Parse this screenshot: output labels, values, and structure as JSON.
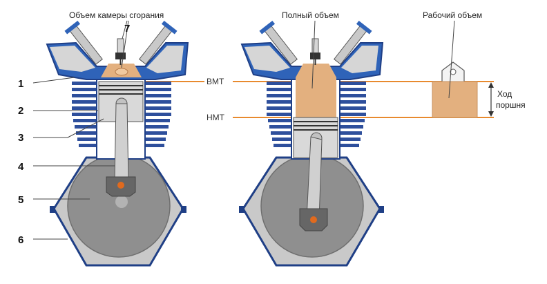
{
  "labels": {
    "combustion_chamber": "Объем камеры сгорания",
    "total_volume": "Полный объем",
    "working_volume": "Рабочий объем",
    "tdc": "ВМТ",
    "bdc": "НМТ",
    "stroke_line1": "Ход",
    "stroke_line2": "поршня"
  },
  "part_numbers": [
    "1",
    "2",
    "3",
    "4",
    "5",
    "6",
    "7"
  ],
  "colors": {
    "outline": "#1f3f86",
    "fin": "#2e4f9c",
    "head_blue": "#2f63b8",
    "metal_light": "#d9d9d9",
    "metal_mid": "#bfbfbf",
    "crankcase": "#c7c7c7",
    "flywheel": "#8f8f8f",
    "gas_fill": "#e3b07f",
    "reference_line": "#e88a2e",
    "crankpin": "#e06a1e"
  }
}
